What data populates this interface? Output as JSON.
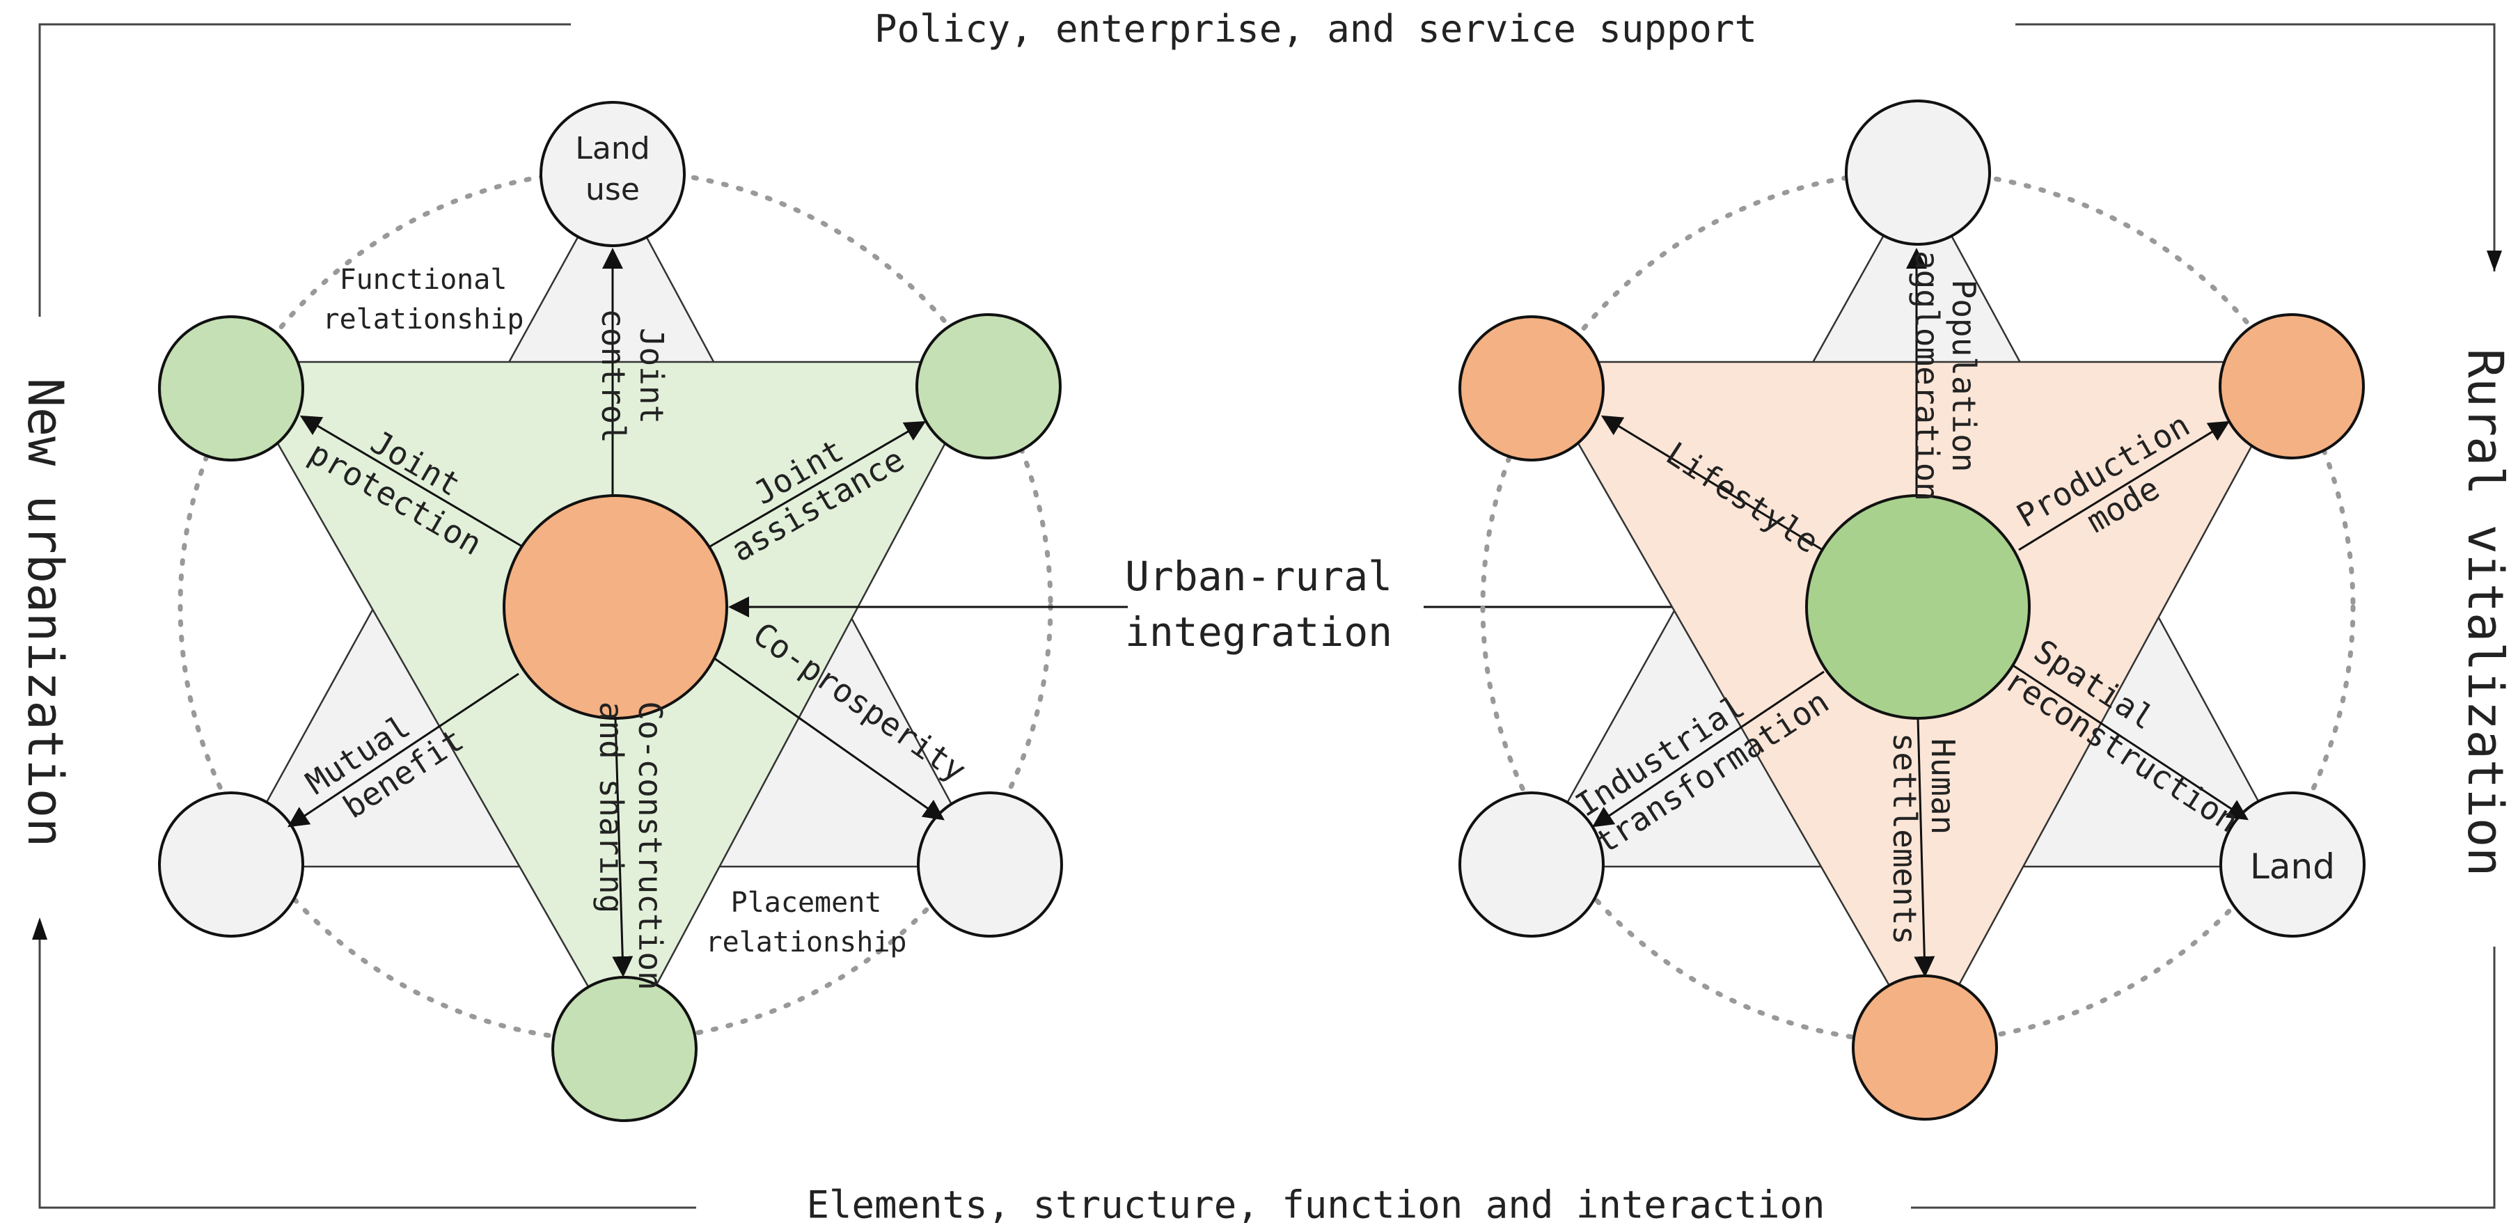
{
  "frame": {
    "top": "Policy, enterprise, and service support",
    "bottom": "Elements, structure, function and interaction",
    "left": "New urbanization",
    "right": "Rural vitalization"
  },
  "center_label": {
    "line1": "Urban-rural",
    "line2": "integration"
  },
  "colors": {
    "green_fill": "#c5e0b4",
    "green_dark": "#a9d18e",
    "orange_fill": "#f4b183",
    "gray_fill": "#f2f2f2",
    "green_triangle": "#e2f0d9",
    "orange_triangle": "#fbe5d6",
    "dotted_circle": "#999999"
  },
  "left_diagram": {
    "nodes": {
      "top": "Land use",
      "top_line1": "Land",
      "top_line2": "use"
    },
    "relations": {
      "functional_line1": "Functional",
      "functional_line2": "relationship",
      "placement_line1": "Placement",
      "placement_line2": "relationship"
    },
    "arrows": {
      "joint_control_line1": "Joint",
      "joint_control_line2": "control",
      "joint_protection_line1": "Joint",
      "joint_protection_line2": "protection",
      "joint_assistance_line1": "Joint",
      "joint_assistance_line2": "assistance",
      "co_prosperity": "Co-prosperity",
      "mutual_benefit_line1": "Mutual",
      "mutual_benefit_line2": "benefit",
      "co_construction_line1": "Co-construction",
      "co_construction_line2": "and sharing"
    }
  },
  "right_diagram": {
    "nodes": {
      "bottom_right": "Land"
    },
    "arrows": {
      "population_line1": "Population",
      "population_line2": "agglomeration",
      "lifestyle": "Lifestyle",
      "production_line1": "Production",
      "production_line2": "mode",
      "spatial_line1": "Spatial",
      "spatial_line2": "reconstruction",
      "industrial_line1": "Industrial",
      "industrial_line2": "transformation",
      "human_line1": "Human",
      "human_line2": "settlements"
    }
  }
}
